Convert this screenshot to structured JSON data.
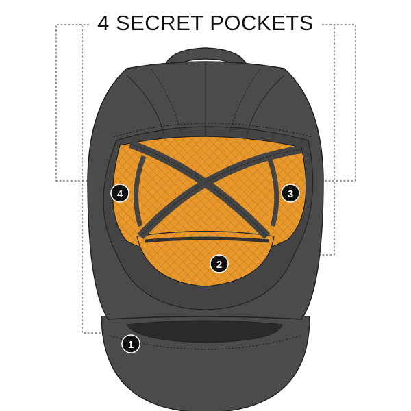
{
  "title": "4 SECRET POCKETS",
  "colors": {
    "cap_shell": "#4b4b4b",
    "cap_shell_dark": "#3a3a3a",
    "lining": "#e9982c",
    "lining_mesh": "#b8741e",
    "visor_shadow": "#2a2a2a",
    "callout_line": "#333333",
    "badge": "#111111"
  },
  "pockets": [
    {
      "number": "1",
      "icon": "pocket-badge"
    },
    {
      "number": "2",
      "icon": "pocket-badge"
    },
    {
      "number": "3",
      "icon": "pocket-badge"
    },
    {
      "number": "4",
      "icon": "pocket-badge"
    }
  ]
}
